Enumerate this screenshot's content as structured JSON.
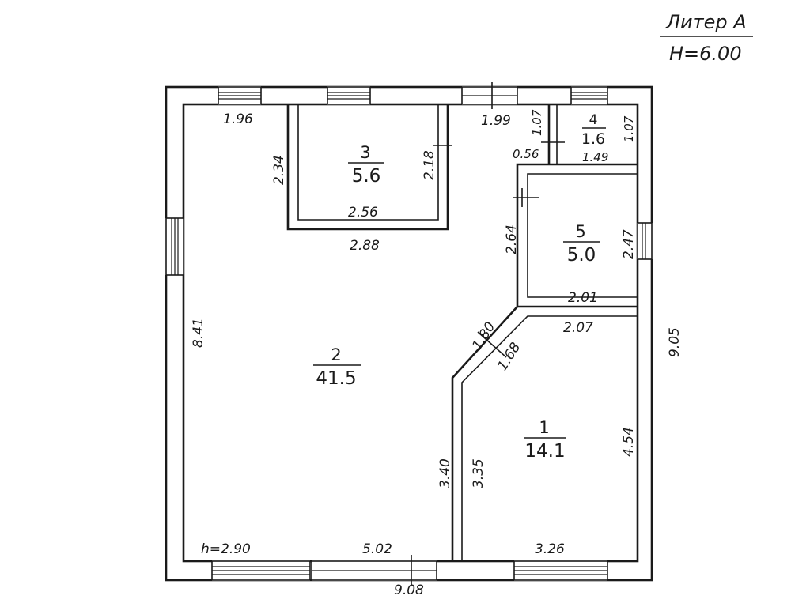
{
  "header": {
    "liter": "Литер А",
    "height": "H=6.00"
  },
  "rooms": [
    {
      "num": "1",
      "area": "14.1"
    },
    {
      "num": "2",
      "area": "41.5"
    },
    {
      "num": "3",
      "area": "5.6"
    },
    {
      "num": "4",
      "area": "1.6"
    },
    {
      "num": "5",
      "area": "5.0"
    }
  ],
  "dims": {
    "top_left": "1.96",
    "top_mid": "1.99",
    "r4_left": "1.07",
    "r4_right": "1.07",
    "r4_bottom": "1.49",
    "r4_door": "0.56",
    "r3_left": "2.34",
    "r3_right": "2.18",
    "r3_inner_bottom": "2.56",
    "r3_outer_bottom": "2.88",
    "r5_left": "2.64",
    "r5_right": "2.47",
    "r5_bottom": "2.01",
    "r1_top": "2.07",
    "diag_outer": "1.80",
    "diag_inner": "1.68",
    "left_wall": "8.41",
    "right_wall": "9.05",
    "corridor_left": "3.40",
    "corridor_right": "3.35",
    "r1_right": "4.54",
    "bottom_left": "5.02",
    "bottom_right": "3.26",
    "bottom_total": "9.08",
    "ceiling_h": "h=2.90"
  }
}
